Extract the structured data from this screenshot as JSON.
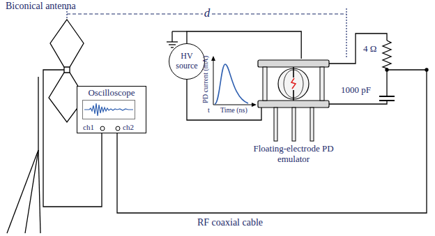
{
  "diagram": {
    "nodes": [
      {
        "text": [
          "Oscilloscope",
          "ch1",
          "ch2"
        ]
      },
      {
        "text": [
          "HV source"
        ]
      },
      {
        "text": [
          "Floating-electrode PD emulator"
        ]
      }
    ],
    "edges": [
      {
        "from": 1,
        "to": 2,
        "arrow": "none"
      }
    ],
    "labels": [
      "Biconical antenna",
      "d",
      "PD current (mA)",
      "t",
      "Time (ns)",
      "4 Ω",
      "1000 pF",
      "RF coaxial cable"
    ]
  }
}
